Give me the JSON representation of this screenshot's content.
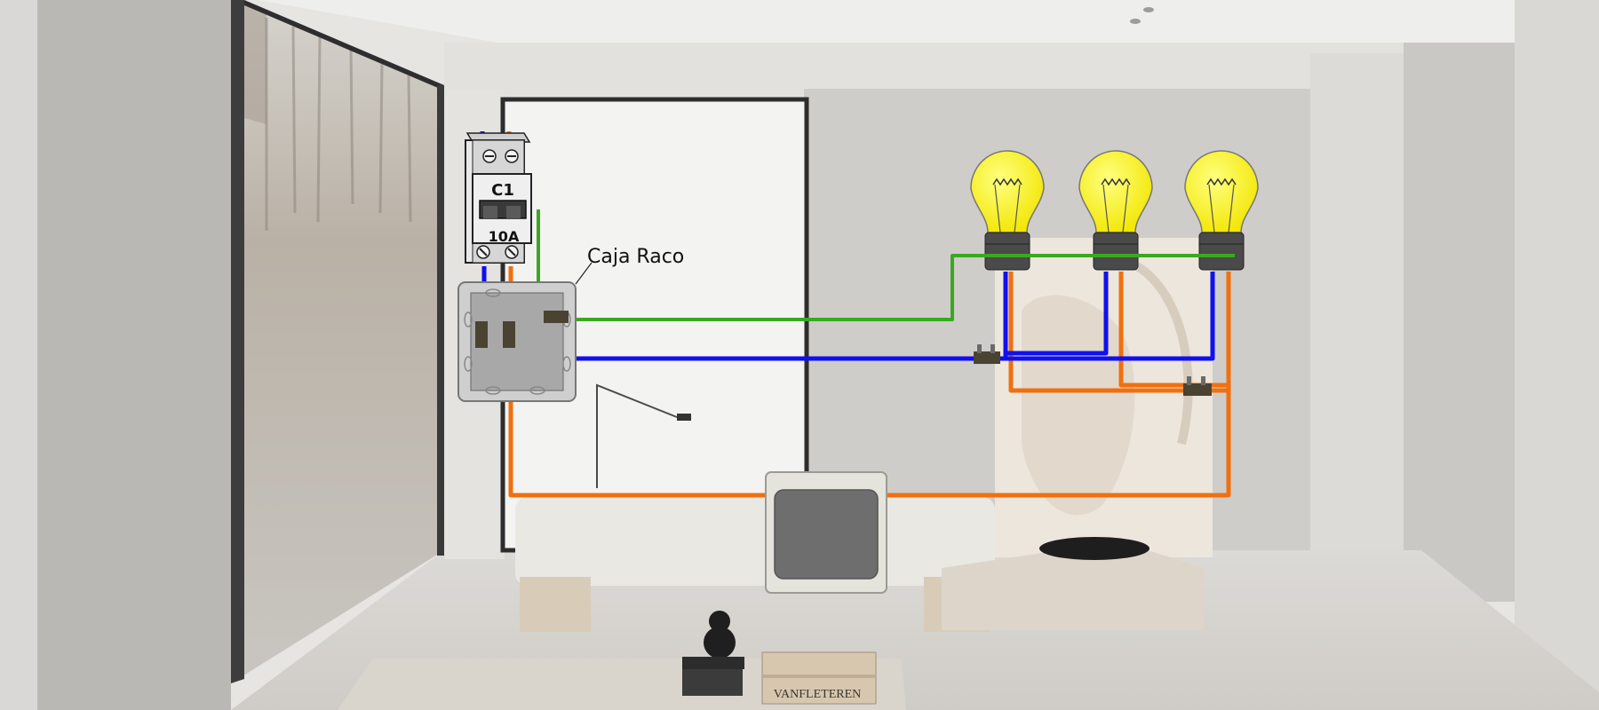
{
  "breaker": {
    "circuit_label": "C1",
    "rating_label": "10A"
  },
  "callout": {
    "label": "Caja Raco"
  },
  "book": {
    "spine_text": "VANFLETEREN"
  },
  "colors": {
    "neutral_wire": "#1010ee",
    "phase_wire": "#f07010",
    "ground_wire": "#3aa820",
    "bulb": "#fff200",
    "socket": "#4a4a4a",
    "junction_box": "#a8a8a8"
  },
  "bulbs": [
    {
      "name": "bulb-1"
    },
    {
      "name": "bulb-2"
    },
    {
      "name": "bulb-3"
    }
  ]
}
